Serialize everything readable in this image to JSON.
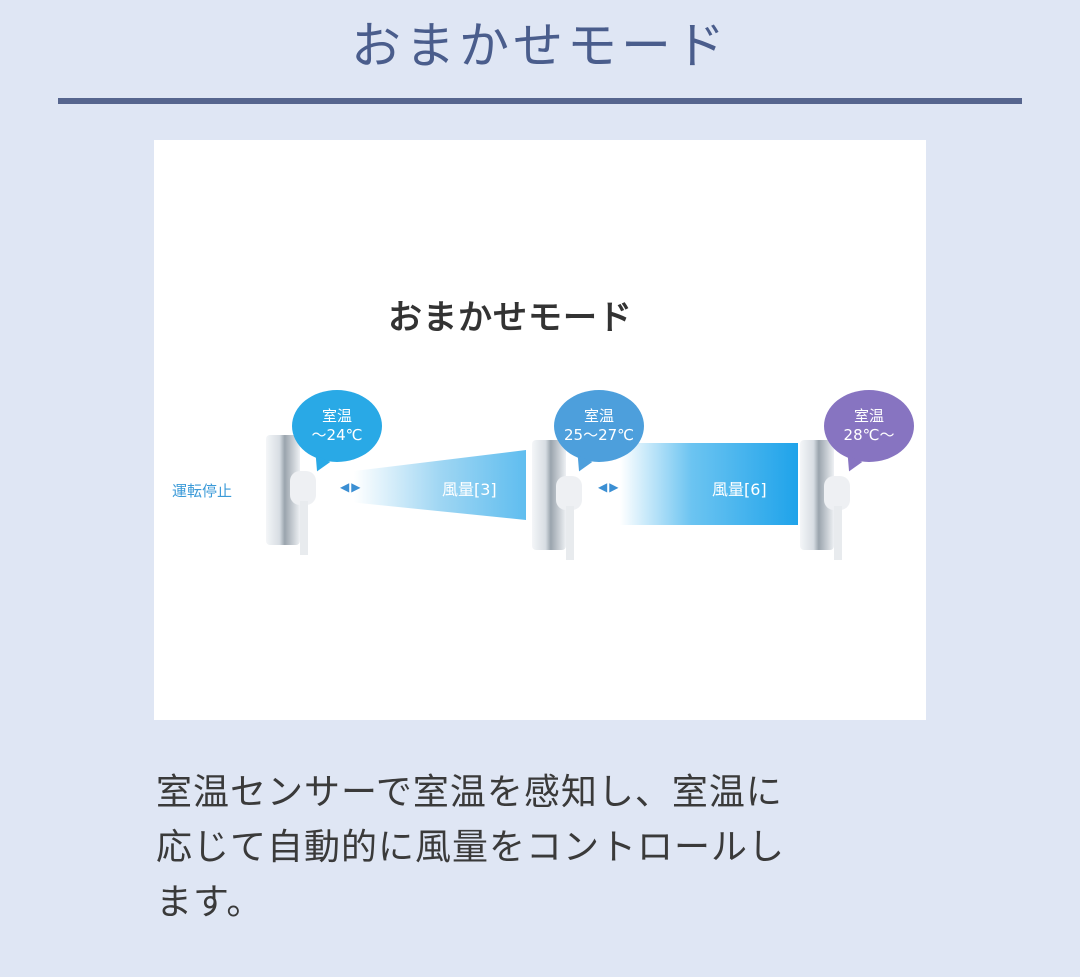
{
  "header": {
    "title": "おまかせモード"
  },
  "figure": {
    "title": "おまかせモード",
    "stop_label": "運転停止",
    "arrow_icon": "left-right-arrows-icon",
    "stages": [
      {
        "bubble_line1": "室温",
        "bubble_line2": "〜24℃",
        "color": "#29a9e6"
      },
      {
        "bubble_line1": "室温",
        "bubble_line2": "25〜27℃",
        "color": "#4d9fdc",
        "airflow": "風量[3]"
      },
      {
        "bubble_line1": "室温",
        "bubble_line2": "28℃〜",
        "color": "#8774c1",
        "airflow": "風量[6]"
      }
    ]
  },
  "description": {
    "line1": "室温センサーで室温を感知し、室温に",
    "line2": "応じて自動的に風量をコントロールし",
    "line3": "ます。"
  },
  "colors": {
    "background": "#dfe6f4",
    "title": "#4a5d8c",
    "rule": "#56658e"
  }
}
